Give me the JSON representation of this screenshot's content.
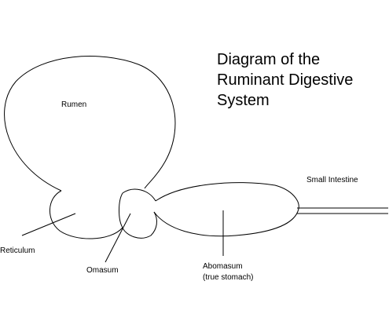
{
  "title": {
    "line1": "Diagram of the",
    "line2": "Ruminant Digestive",
    "line3": "System"
  },
  "labels": {
    "rumen": "Rumen",
    "reticulum": "Reticulum",
    "omasum": "Omasum",
    "abomasum_line1": "Abomasum",
    "abomasum_line2": "(true stomach)",
    "small_intestine": "Small Intestine"
  }
}
